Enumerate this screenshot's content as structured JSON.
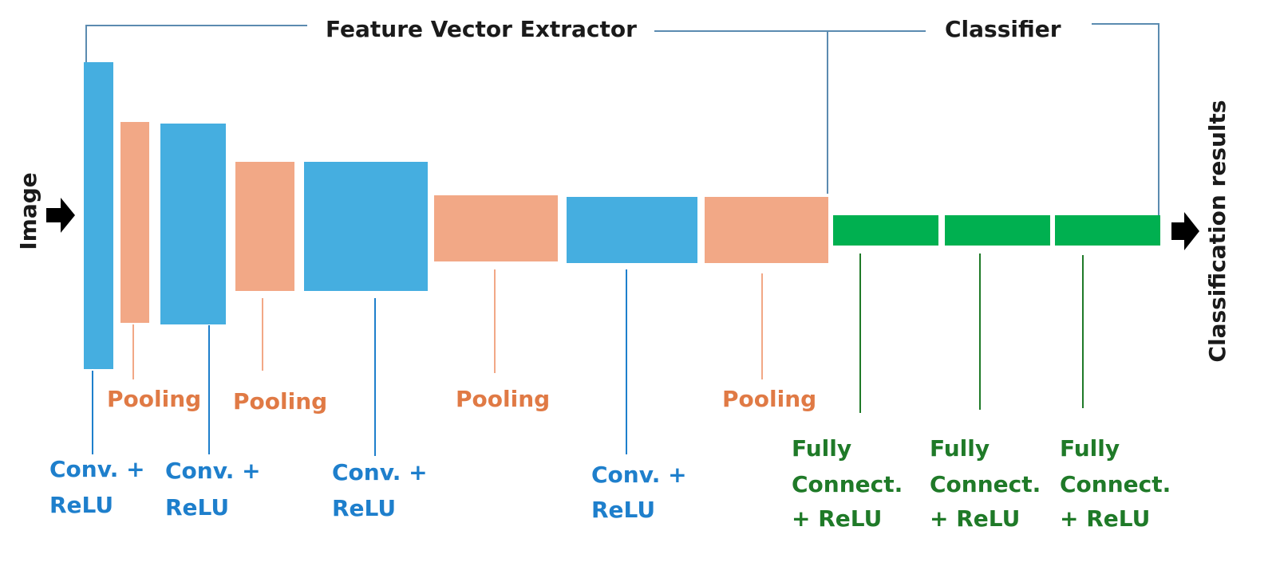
{
  "title_feature": "Feature Vector Extractor",
  "title_classifier": "Classifier",
  "input_label": "Image",
  "output_label": "Classification results",
  "labels": {
    "conv_line1": "Conv. +",
    "conv_line2": "ReLU",
    "pooling": "Pooling",
    "fc_line1": "Fully",
    "fc_line2": "Connect.",
    "fc_line3": "+ ReLU"
  },
  "colors": {
    "conv": "#45aee0",
    "pool": "#f2a886",
    "fc": "#00b050",
    "bracket": "#5b8bb0",
    "conv_text": "#1e7fcc",
    "pool_text": "#e07a45",
    "fc_text": "#1f7a28"
  },
  "icons": {
    "input_arrow": "arrow-right-icon",
    "output_arrow": "arrow-right-icon"
  }
}
